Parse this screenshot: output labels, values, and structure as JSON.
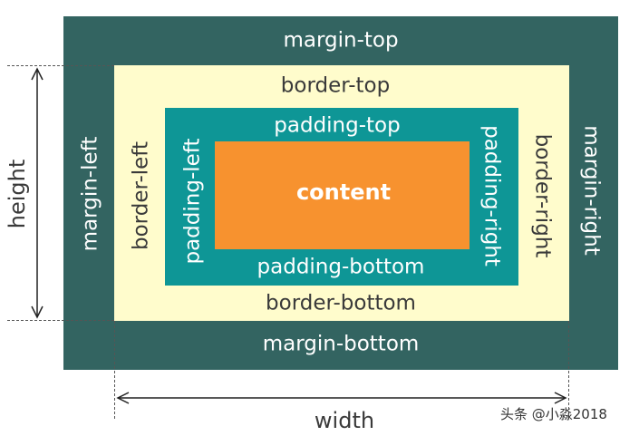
{
  "colors": {
    "margin": "#336461",
    "border": "#fffccc",
    "padding": "#0e9696",
    "content": "#f7922f",
    "text_light": "#ffffff",
    "text_dark": "#3a3a3a"
  },
  "labels": {
    "margin_top": "margin-top",
    "margin_left": "margin-left",
    "margin_right": "margin-right",
    "margin_bottom": "margin-bottom",
    "border_top": "border-top",
    "border_left": "border-left",
    "border_right": "border-right",
    "border_bottom": "border-bottom",
    "padding_top": "padding-top",
    "padding_left": "padding-left",
    "padding_right": "padding-right",
    "padding_bottom": "padding-bottom",
    "content": "content",
    "height": "height",
    "width": "width"
  },
  "watermark": "头条 @小淼2018"
}
